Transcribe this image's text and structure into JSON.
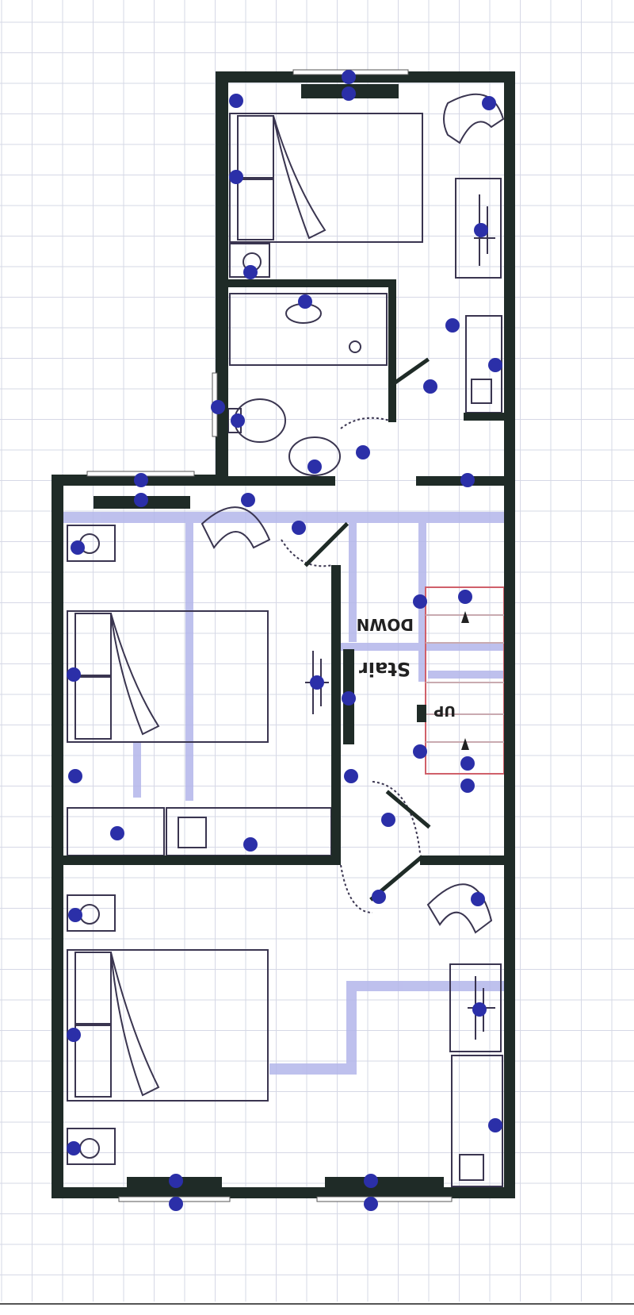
{
  "labels": {
    "down": "DOWN",
    "stairs": "Stair",
    "up": "UP"
  },
  "colors": {
    "wall": "#1f2b27",
    "marker": "#2b2fa8",
    "route": "#b3b6ea",
    "stairs_outline": "#d0606a",
    "grid": "#d6d8e6"
  }
}
